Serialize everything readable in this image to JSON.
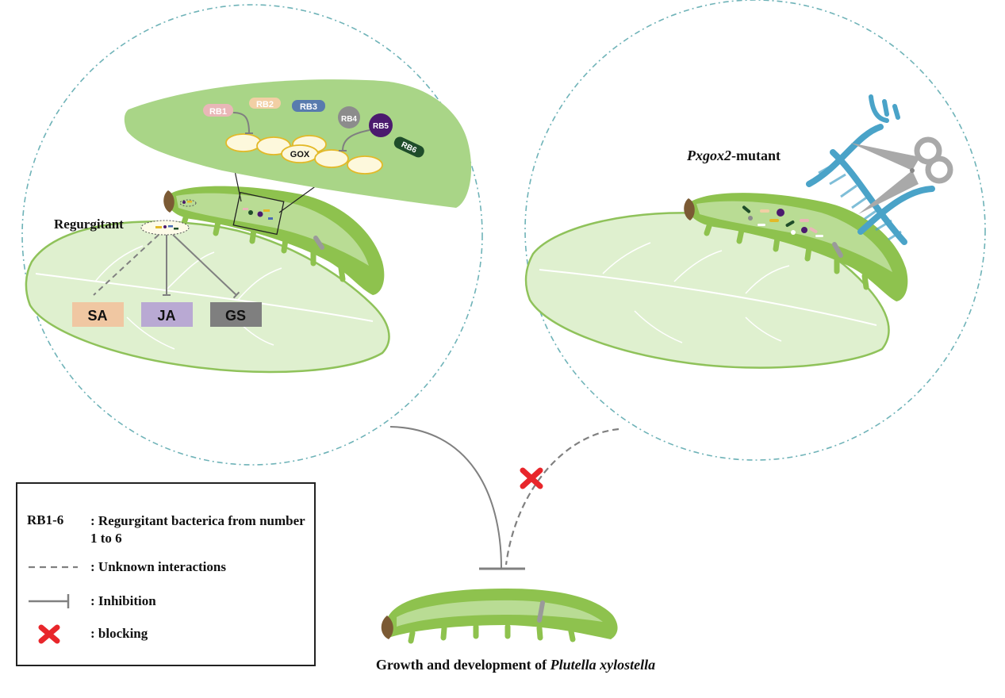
{
  "bacteria": [
    {
      "label": "RB1",
      "color": "#e9b7b7"
    },
    {
      "label": "RB2",
      "color": "#f2cfa4"
    },
    {
      "label": "RB3",
      "color": "#4a6bb5"
    },
    {
      "label": "RB4",
      "color": "#8c8c8c"
    },
    {
      "label": "RB5",
      "color": "#4b1a6e"
    },
    {
      "label": "RB6",
      "color": "#1f4d2a"
    }
  ],
  "gut": {
    "enzyme_label": "GOX"
  },
  "left_panel": {
    "regurgitant_label": "Regurgitant",
    "targets": [
      {
        "label": "SA",
        "color": "#f0c7a2"
      },
      {
        "label": "JA",
        "color": "#b9a9d3"
      },
      {
        "label": "GS",
        "color": "#7f7f7f"
      }
    ]
  },
  "right_panel": {
    "mutant_gene": "Pxgox2",
    "mutant_suffix": "-mutant"
  },
  "legend": {
    "rb_symbol": "RB1-6",
    "rb_text": ": Regurgitant bacterica from number 1 to 6",
    "dashed_text": ": Unknown interactions",
    "inhibition_text": ": Inhibition",
    "blocking_text": ": blocking"
  },
  "caption": {
    "prefix": "Growth and development of ",
    "species": "Plutella xylostella"
  },
  "colors": {
    "circle_border": "#6fb3b8",
    "leaf": "#dff0cf",
    "leaf_edge": "#8fc25a",
    "larva": "#8ec24e",
    "larva_inner": "#b9dc94",
    "gut_band": "#a9d587",
    "gox_cell_edge": "#e3b928",
    "gox_cell_fill": "#fdf8dc",
    "inhibit_line": "#808080",
    "block_x": "#e8262b",
    "dna": "#4aa3c8"
  }
}
